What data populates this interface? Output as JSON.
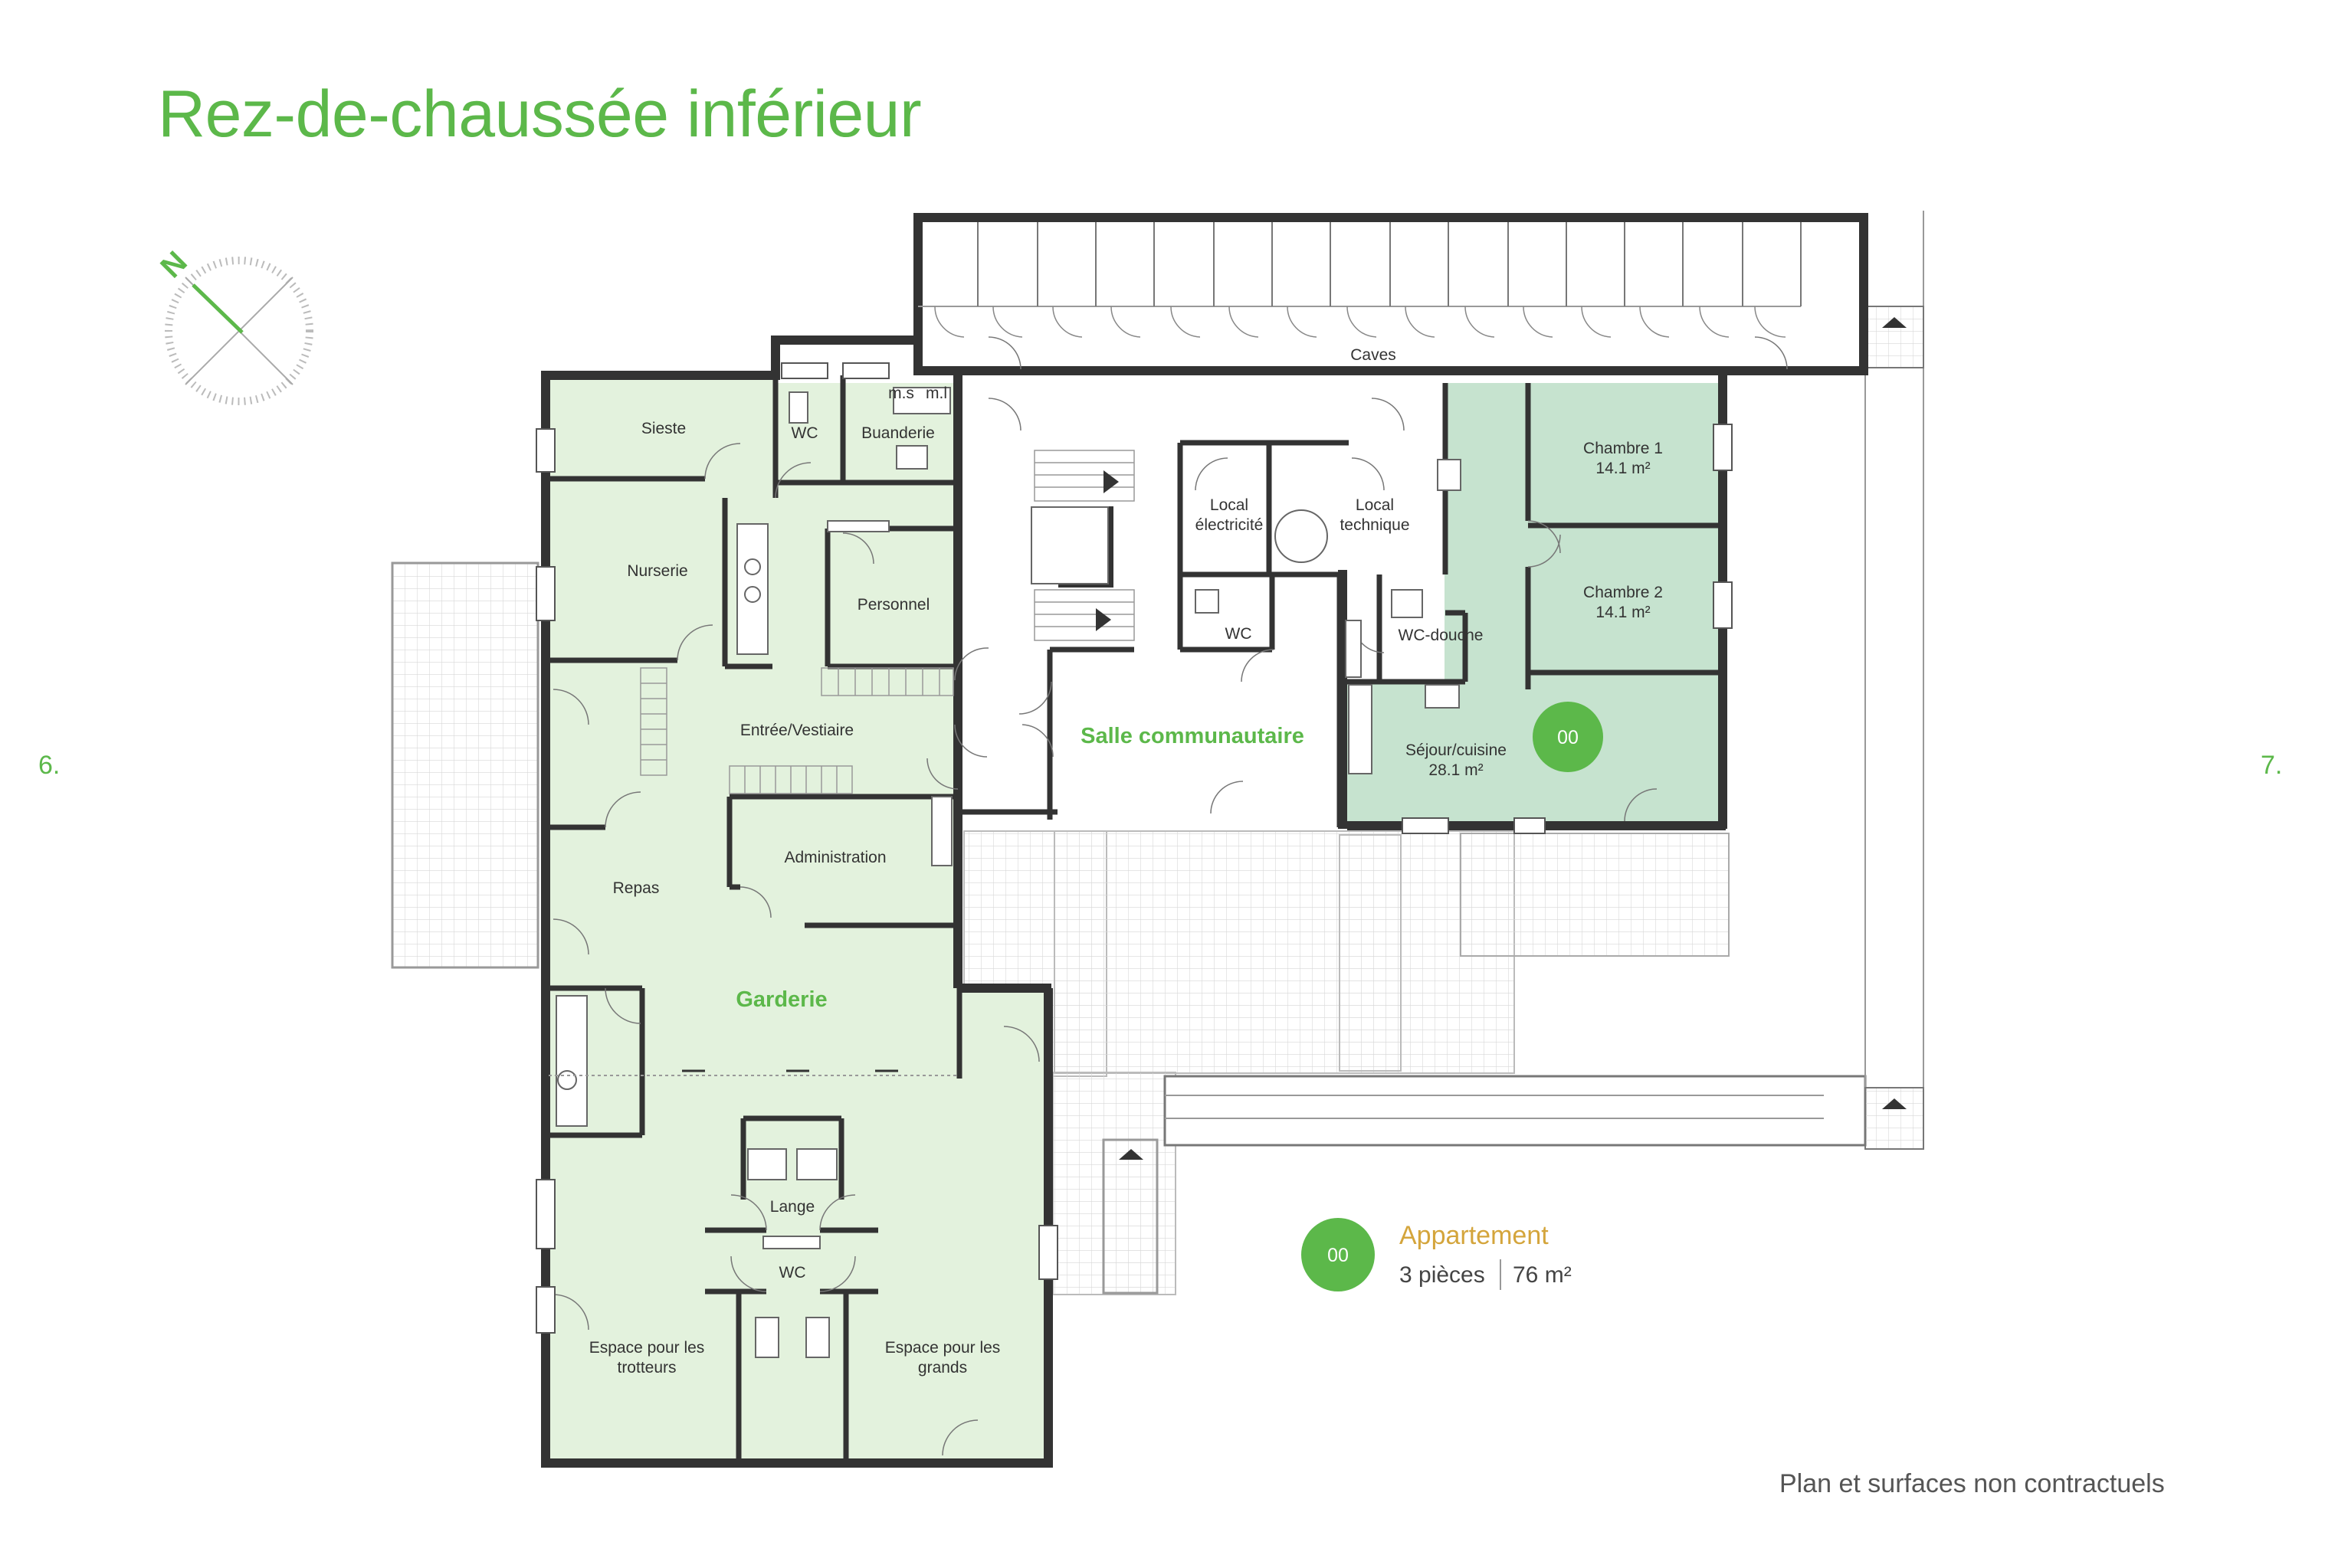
{
  "title": "Rez-de-chaussée inférieur",
  "side_labels": {
    "left": "6.",
    "right": "7."
  },
  "compass": {
    "north": "N"
  },
  "rooms": {
    "caves": "Caves",
    "sieste": "Sieste",
    "wc_top": "WC",
    "buanderie": "Buanderie",
    "nurserie": "Nurserie",
    "personnel": "Personnel",
    "entree": "Entrée/Vestiaire",
    "administration": "Administration",
    "repas": "Repas",
    "garderie": "Garderie",
    "lange": "Lange",
    "wc_bottom": "WC",
    "trotteurs_1": "Espace pour les",
    "trotteurs_2": "trotteurs",
    "grands_1": "Espace pour les",
    "grands_2": "grands",
    "local_elec_1": "Local",
    "local_elec_2": "électricité",
    "local_tech_1": "Local",
    "local_tech_2": "technique",
    "wc_mid": "WC",
    "salle": "Salle communautaire",
    "wc_douche": "WC-douche",
    "chambre1": "Chambre 1",
    "chambre1_area": "14.1 m²",
    "chambre2": "Chambre 2",
    "chambre2_area": "14.1 m²",
    "sejour": "Séjour/cuisine",
    "sejour_area": "28.1 m²",
    "ms": "m.s",
    "ml": "m.l"
  },
  "apartment_badge": "00",
  "legend": {
    "badge": "00",
    "title": "Appartement",
    "rooms": "3 pièces",
    "area": "76 m²"
  },
  "disclaimer": "Plan et surfaces non contractuels",
  "colors": {
    "accent": "#5cb84a",
    "legend_title": "#d4a53c",
    "daycare_fill": "#e3f2dd",
    "apartment_fill": "#c6e3cf",
    "wall": "#333333"
  }
}
